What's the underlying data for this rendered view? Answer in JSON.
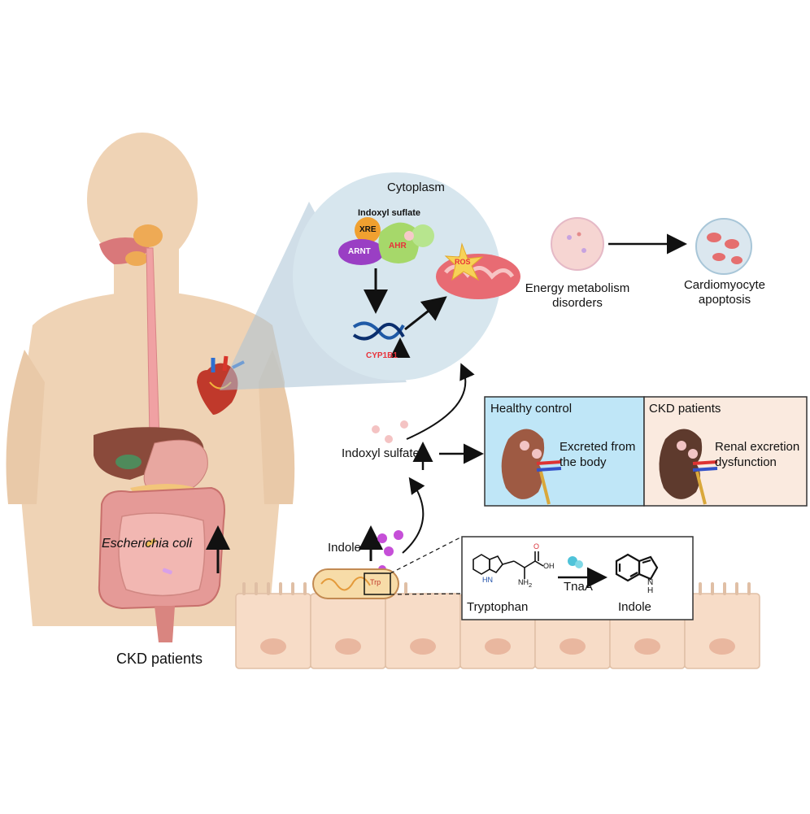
{
  "labels": {
    "cytoplasm": "Cytoplasm",
    "indoxyl_suflate": "Indoxyl suflate",
    "xre": "XRE",
    "arnt": "ARNT",
    "ahr": "AHR",
    "ros": "ROS",
    "cyp1b1": "CYP1B1",
    "energy_line1": "Energy metabolism",
    "energy_line2": "disorders",
    "apoptosis_line1": "Cardiomyocyte",
    "apoptosis_line2": "apoptosis",
    "indoxyl_sulfate": "Indoxyl sulfate",
    "indole_left": "Indole",
    "ecoli": "Escherichia coli",
    "ckd_patients_main": "CKD patients",
    "trp_box": "Trp",
    "tryptophan": "Tryptophan",
    "tnaa": "TnaA",
    "indole_product": "Indole",
    "oh": "OH",
    "o": "O",
    "nh2": "NH",
    "nh2_sub": "2",
    "hn": "HN",
    "nh": "N",
    "h": "H"
  },
  "panels": {
    "healthy": {
      "title": "Healthy control",
      "line1": "Excreted from",
      "line2": "the body",
      "bg": "#bfe6f7"
    },
    "ckd": {
      "title": "CKD patients",
      "line1": "Renal excretion",
      "line2": "dysfunction",
      "bg": "#faeadf"
    }
  },
  "colors": {
    "skin": "#efd3b5",
    "cytoplasm_bg": "#d7e6ee",
    "xre": "#f0a030",
    "arnt": "#9a3fc4",
    "ahr": "#a6d86a",
    "red_text": "#e8323a",
    "indole_dots": "#c64fd8",
    "sulfate_dots": "#f4c3c3",
    "epithelium": "#f7dcc7"
  }
}
